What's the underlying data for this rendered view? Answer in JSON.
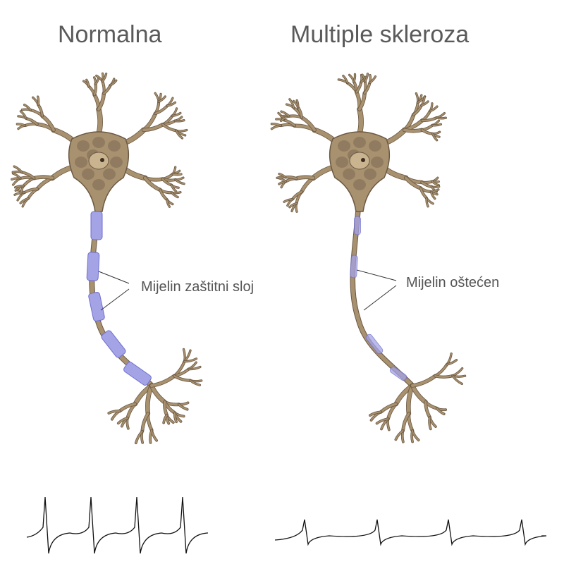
{
  "titles": {
    "normal": "Normalna",
    "ms": "Multiple skleroza"
  },
  "labels": {
    "normal_myelin": "Mijelin zaštitni sloj",
    "damaged_myelin": "Mijelin oštećen"
  },
  "colors": {
    "cell_body": "#a8916f",
    "outline": "#6b5843",
    "myelin": "#a3a3e6",
    "myelin_outline": "#6f6fcf",
    "signal": "#111111",
    "text": "#5a5a5a"
  }
}
